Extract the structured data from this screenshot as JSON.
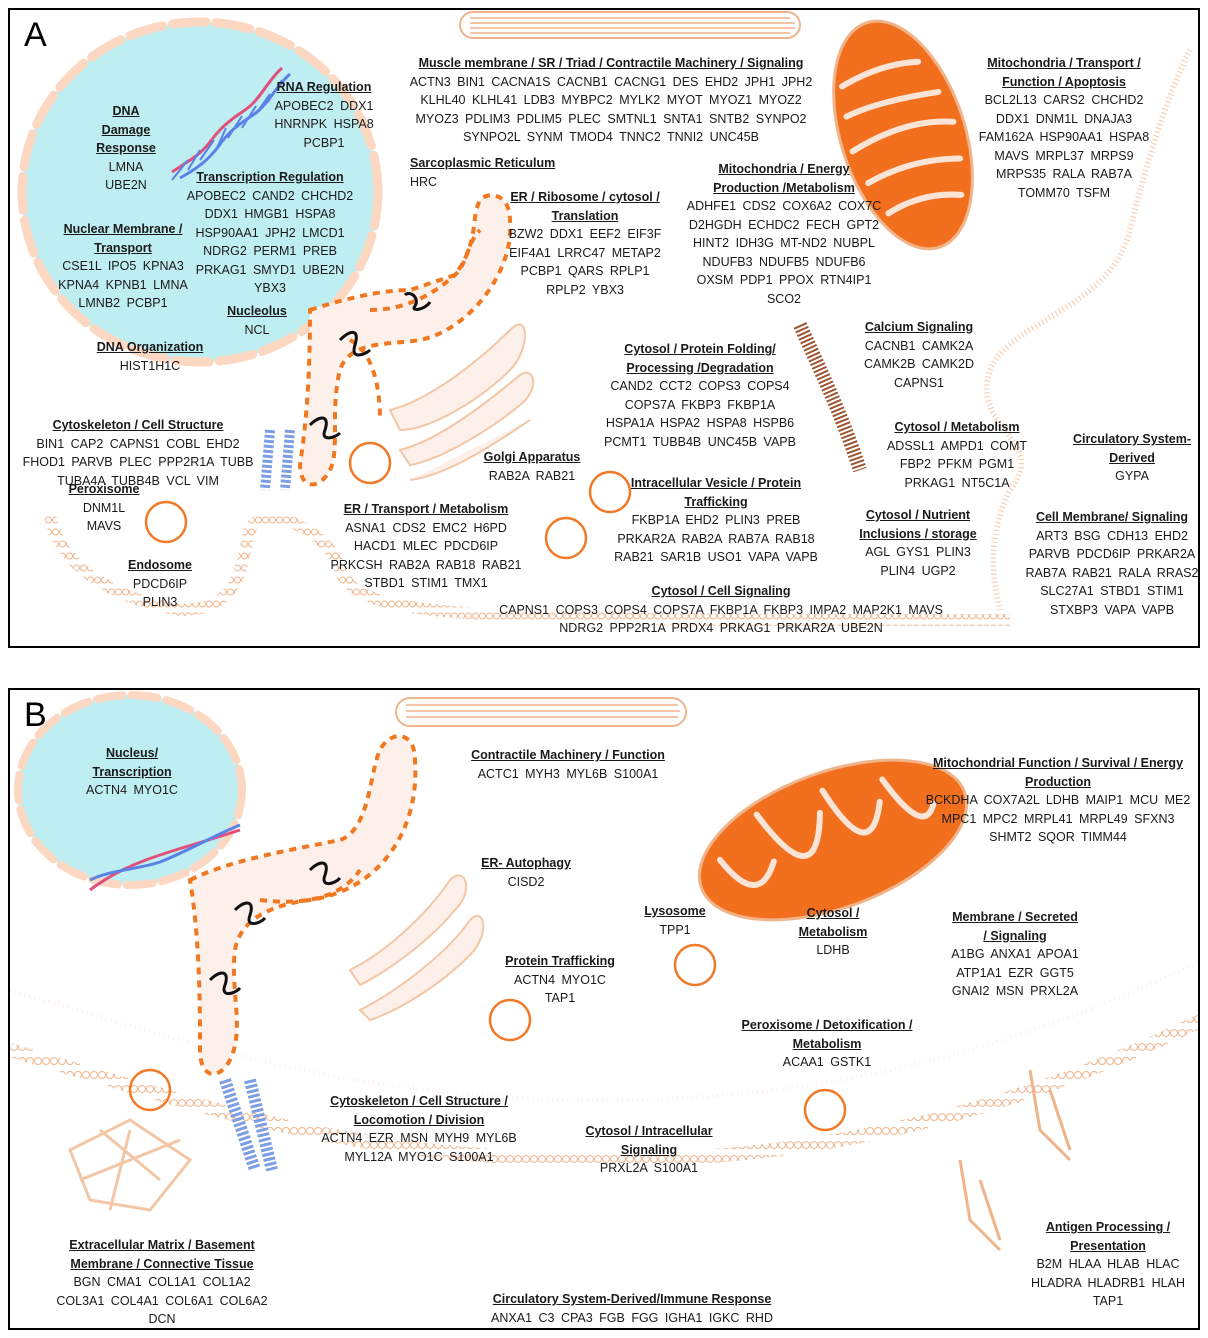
{
  "panel_a": {
    "letter": "A",
    "groups": [
      {
        "id": "dna_damage",
        "title": "DNA Damage Response",
        "genes": "LMNA UBE2N"
      },
      {
        "id": "rna_regulation",
        "title": "RNA Regulation",
        "genes": "APOBEC2 DDX1 HNRNPK HSPA8 PCBP1"
      },
      {
        "id": "transcription_regulation",
        "title": "Transcription Regulation",
        "genes": "APOBEC2 CAND2 CHCHD2 DDX1 HMGB1 HSPA8 HSP90AA1 JPH2 LMCD1 NDRG2 PERM1 PREB PRKAG1 SMYD1 UBE2N YBX3"
      },
      {
        "id": "nuclear_membrane",
        "title": "Nuclear Membrane / Transport",
        "genes": "CSE1L IPO5 KPNA3 KPNA4 KPNB1 LMNA LMNB2 PCBP1"
      },
      {
        "id": "nucleolus",
        "title": "Nucleolus",
        "genes": "NCL"
      },
      {
        "id": "dna_organization",
        "title": "DNA Organization",
        "genes": "HIST1H1C"
      },
      {
        "id": "muscle_membrane",
        "title": "Muscle membrane / SR / Triad / Contractile Machinery / Signaling",
        "genes": "ACTN3 BIN1 CACNA1S CACNB1 CACNG1 DES EHD2 JPH1 JPH2 KLHL40 KLHL41 LDB3 MYBPC2 MYLK2 MYOT MYOZ1 MYOZ2 MYOZ3 PDLIM3 PDLIM5 PLEC SMTNL1 SNTA1 SNTB2 SYNPO2 SYNPO2L SYNM TMOD4 TNNC2 TNNI2 UNC45B"
      },
      {
        "id": "sarcoplasmic_reticulum",
        "title": "Sarcoplasmic Reticulum",
        "genes": "HRC"
      },
      {
        "id": "mito_transport",
        "title": "Mitochondria / Transport / Function / Apoptosis",
        "genes": "BCL2L13 CARS2 CHCHD2 DDX1 DNM1L DNAJA3 FAM162A HSP90AA1 HSPA8 MAVS MRPL37 MRPS9 MRPS35 RALA RAB7A TOMM70 TSFM"
      },
      {
        "id": "mito_energy",
        "title": "Mitochondria / Energy Production /Metabolism",
        "genes": "ADHFE1 CDS2 COX6A2 COX7C D2HGDH ECHDC2 FECH GPT2 HINT2 IDH3G MT-ND2 NUBPL NDUFB3 NDUFB5 NDUFB6 OXSM PDP1 PPOX RTN4IP1 SCO2"
      },
      {
        "id": "er_ribosome",
        "title": "ER / Ribosome / cytosol / Translation",
        "genes": "BZW2 DDX1 EEF2 EIF3F EIF4A1 LRRC47 METAP2 PCBP1 QARS RPLP1 RPLP2 YBX3"
      },
      {
        "id": "calcium_signaling",
        "title": "Calcium Signaling",
        "genes": "CACNB1 CAMK2A CAMK2B CAMK2D CAPNS1"
      },
      {
        "id": "protein_folding",
        "title": "Cytosol / Protein Folding/ Processing /Degradation",
        "genes": "CAND2 CCT2 COPS3 COPS4 COPS7A FKBP3 FKBP1A HSPA1A HSPA2 HSPA8 HSPB6 PCMT1 TUBB4B UNC45B VAPB"
      },
      {
        "id": "cytoskeleton_a",
        "title": "Cytoskeleton / Cell Structure",
        "genes": "BIN1 CAP2 CAPNS1 COBL EHD2 FHOD1 PARVB PLEC PPP2R1A TUBB TUBA4A TUBB4B VCL VIM"
      },
      {
        "id": "cytosol_metabolism",
        "title": "Cytosol / Metabolism",
        "genes": "ADSSL1 AMPD1 COMT FBP2 PFKM PGM1 PRKAG1 NT5C1A"
      },
      {
        "id": "circulatory_a",
        "title": "Circulatory System- Derived",
        "genes": "GYPA"
      },
      {
        "id": "golgi",
        "title": "Golgi Apparatus",
        "genes": "RAB2A RAB21"
      },
      {
        "id": "vesicle",
        "title": "Intracellular Vesicle / Protein Trafficking",
        "genes": "FKBP1A EHD2 PLIN3 PREB PRKAR2A RAB2A RAB7A RAB18 RAB21 SAR1B USO1 VAPA VAPB"
      },
      {
        "id": "peroxisome_a",
        "title": "Peroxisome",
        "genes": "DNM1L MAVS"
      },
      {
        "id": "endosome",
        "title": "Endosome",
        "genes": "PDCD6IP PLIN3"
      },
      {
        "id": "er_transport",
        "title": "ER / Transport / Metabolism",
        "genes": "ASNA1 CDS2 EMC2 H6PD HACD1 MLEC PDCD6IP PRKCSH RAB2A RAB18 RAB21 STBD1 STIM1 TMX1"
      },
      {
        "id": "nutrient",
        "title": "Cytosol / Nutrient Inclusions / storage",
        "genes": "AGL GYS1 PLIN3 PLIN4 UGP2"
      },
      {
        "id": "cell_membrane",
        "title": "Cell Membrane/ Signaling",
        "genes": "ART3 BSG CDH13 EHD2 PARVB PDCD6IP PRKAR2A RAB7A RAB21 RALA RRAS2 SLC27A1 STBD1 STIM1 STXBP3 VAPA VAPB"
      },
      {
        "id": "cell_signaling",
        "title": "Cytosol / Cell Signaling",
        "genes": "CAPNS1 COPS3 COPS4 COPS7A FKBP1A FKBP3 IMPA2 MAP2K1 MAVS NDRG2 PPP2R1A PRDX4 PRKAG1 PRKAR2A UBE2N"
      }
    ]
  },
  "panel_b": {
    "letter": "B",
    "groups": [
      {
        "id": "nucleus",
        "title": "Nucleus/ Transcription",
        "genes": "ACTN4 MYO1C"
      },
      {
        "id": "contractile",
        "title": "Contractile Machinery / Function",
        "genes": "ACTC1 MYH3 MYL6B S100A1"
      },
      {
        "id": "mito_function",
        "title": "Mitochondrial Function / Survival / Energy Production",
        "genes": "BCKDHA COX7A2L LDHB MAIP1 MCU ME2 MPC1 MPC2 MRPL41 MRPL49 SFXN3 SHMT2 SQOR TIMM44"
      },
      {
        "id": "er_autophagy",
        "title": "ER- Autophagy",
        "genes": "CISD2"
      },
      {
        "id": "lysosome",
        "title": "Lysosome",
        "genes": "TPP1"
      },
      {
        "id": "cytosol_metab_b",
        "title": "Cytosol / Metabolism",
        "genes": "LDHB"
      },
      {
        "id": "membrane_secreted",
        "title": "Membrane / Secreted / Signaling",
        "genes": "A1BG ANXA1 APOA1 ATP1A1 EZR GGT5 GNAI2 MSN PRXL2A"
      },
      {
        "id": "protein_trafficking",
        "title": "Protein Trafficking",
        "genes": "ACTN4 MYO1C TAP1"
      },
      {
        "id": "peroxisome_detox",
        "title": "Peroxisome / Detoxification / Metabolism",
        "genes": "ACAA1 GSTK1"
      },
      {
        "id": "cytoskeleton_b",
        "title": "Cytoskeleton / Cell Structure / Locomotion / Division",
        "genes": "ACTN4 EZR MSN MYH9 MYL6B MYL12A MYO1C S100A1"
      },
      {
        "id": "intracellular_signaling",
        "title": "Cytosol / Intracellular Signaling",
        "genes": "PRXL2A S100A1"
      },
      {
        "id": "antigen",
        "title": "Antigen Processing / Presentation",
        "genes": "B2M HLAA HLAB HLAC HLADRA HLADRB1 HLAH TAP1"
      },
      {
        "id": "ecm",
        "title": "Extracellular Matrix / Basement Membrane / Connective Tissue",
        "genes": "BGN CMA1 COL1A1 COL1A2 COL3A1 COL4A1 COL6A1 COL6A2 DCN"
      },
      {
        "id": "circulatory_b",
        "title": "Circulatory System-Derived/Immune Response",
        "genes": "ANXA1 C3 CPA3 FGB FGG IGHA1 IGKC RHD"
      }
    ]
  },
  "colors": {
    "nucleus_fill": "#bfeef2",
    "organelle_fill": "#fdf0ea",
    "membrane_stroke": "#f0b48a",
    "er_dash": "#f07820",
    "mito_fill": "#f26f1e",
    "vesicle_stroke": "#f07a28",
    "dna_red": "#e0507a",
    "dna_blue": "#5a82e6",
    "microtubule": "#7c9ee4",
    "filament": "#9c5530"
  }
}
